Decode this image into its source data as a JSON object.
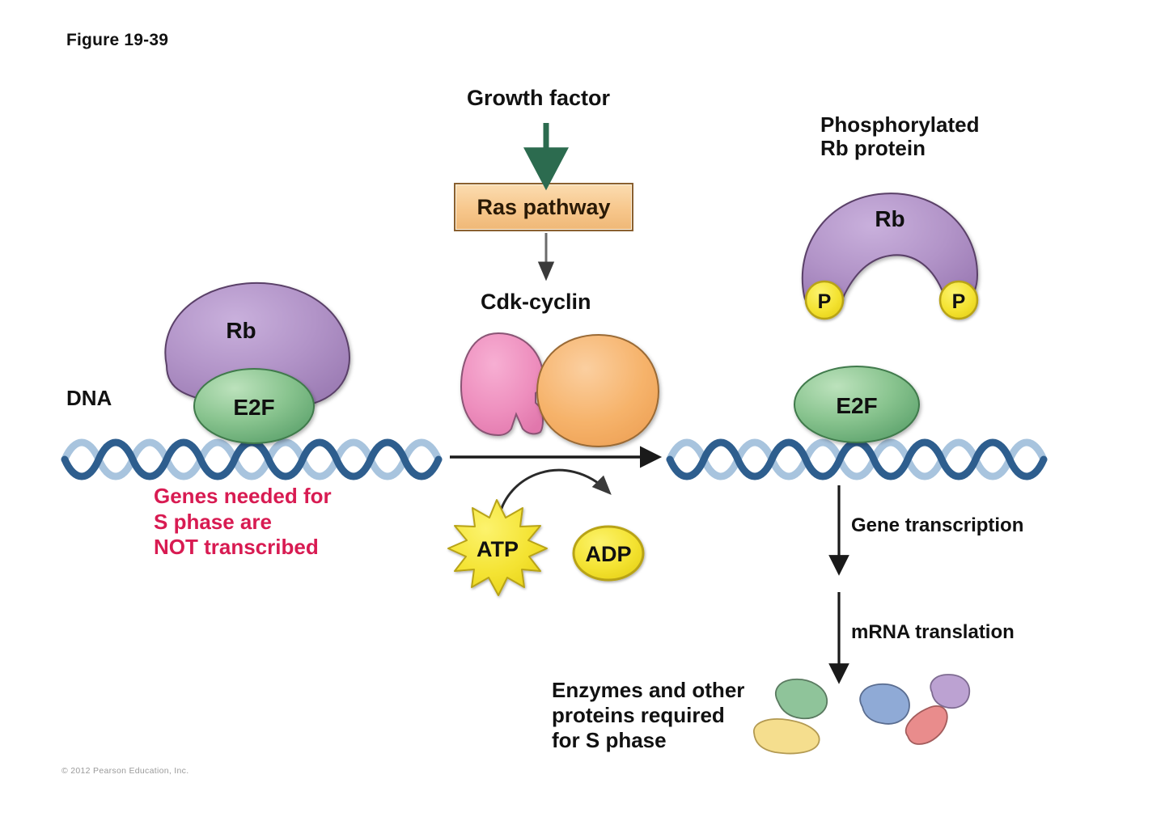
{
  "figure": {
    "label": "Figure 19-39",
    "copyright": "© 2012 Pearson Education, Inc."
  },
  "labels": {
    "growth_factor": "Growth factor",
    "ras_pathway": "Ras pathway",
    "cdk_cyclin": "Cdk-cyclin",
    "phosphorylated_rb": "Phosphorylated\nRb protein",
    "dna": "DNA",
    "gene_transcription": "Gene transcription",
    "mrna_translation": "mRNA translation",
    "enzymes": "Enzymes and other\nproteins required\nfor S phase",
    "genes_not_transcribed": "Genes needed for\nS phase are\nNOT transcribed"
  },
  "molecules": {
    "rb_left": "Rb",
    "e2f_left": "E2F",
    "rb_right": "Rb",
    "e2f_right": "E2F",
    "atp": "ATP",
    "adp": "ADP",
    "phosphate_left": "P",
    "phosphate_right": "P"
  },
  "colors": {
    "rb_purple": "#AE8FC4",
    "e2f_green": "#8CC48C",
    "cdk_pink": "#EE8FBE",
    "cyclin_orange": "#F6B36B",
    "atp_yellow": "#F5E63C",
    "adp_yellow": "#F5E63C",
    "phosphate_yellow": "#F5E63C",
    "dna_dark_strand": "#2E5E8E",
    "dna_light_strand": "#A8C4DE",
    "ras_box_fill": "#F7C78C",
    "ras_box_border": "#8A6030",
    "growth_arrow_green": "#2C6B4F",
    "warning_text_red": "#D81B52",
    "arrow_black": "#1a1a1a",
    "body_text": "#111111"
  },
  "proteins_s_phase": [
    {
      "name": "protein-blob-green",
      "color": "#8FC49A"
    },
    {
      "name": "protein-blob-yellow",
      "color": "#F5DE8E"
    },
    {
      "name": "protein-blob-blue",
      "color": "#8FAAD6"
    },
    {
      "name": "protein-blob-red",
      "color": "#E98C8C"
    },
    {
      "name": "protein-blob-purple",
      "color": "#BCA2D2"
    }
  ]
}
